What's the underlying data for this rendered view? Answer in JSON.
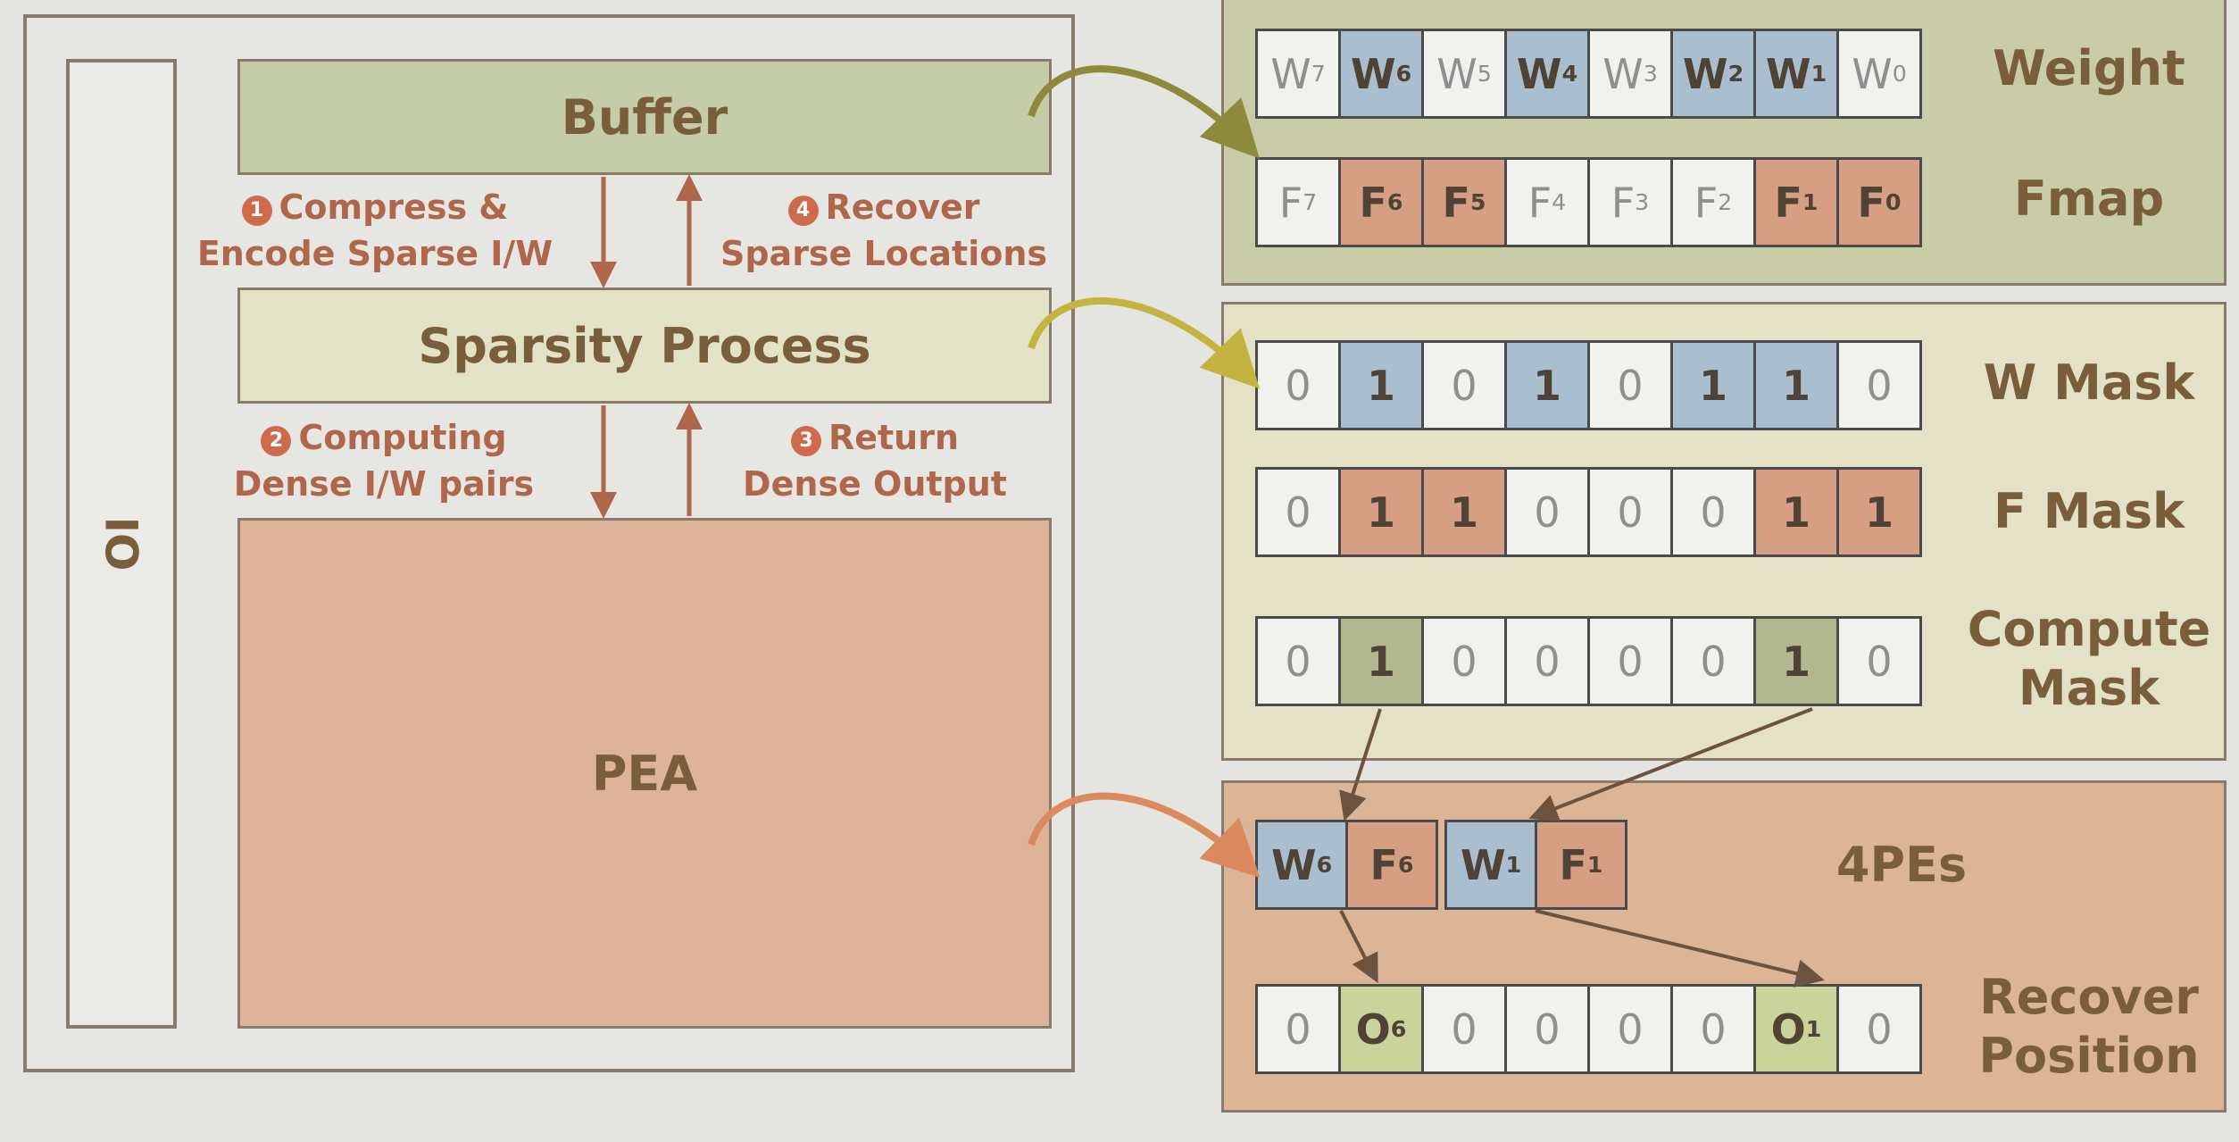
{
  "left": {
    "io_label": "IO",
    "buffer_label": "Buffer",
    "sparsity_label": "Sparsity Process",
    "pea_label": "PEA",
    "steps": [
      {
        "num": "1",
        "line1": "Compress &",
        "line2": "Encode Sparse I/W"
      },
      {
        "num": "4",
        "line1": "Recover",
        "line2": "Sparse Locations"
      },
      {
        "num": "2",
        "line1": "Computing",
        "line2": "Dense I/W pairs"
      },
      {
        "num": "3",
        "line1": "Return",
        "line2": "Dense Output"
      }
    ]
  },
  "right": {
    "weight": {
      "label": "Weight",
      "cells": [
        {
          "base": "W",
          "sub": "7",
          "color": "white"
        },
        {
          "base": "W",
          "sub": "6",
          "color": "blue"
        },
        {
          "base": "W",
          "sub": "5",
          "color": "white"
        },
        {
          "base": "W",
          "sub": "4",
          "color": "blue"
        },
        {
          "base": "W",
          "sub": "3",
          "color": "white"
        },
        {
          "base": "W",
          "sub": "2",
          "color": "blue"
        },
        {
          "base": "W",
          "sub": "1",
          "color": "blue"
        },
        {
          "base": "W",
          "sub": "0",
          "color": "white"
        }
      ]
    },
    "fmap": {
      "label": "Fmap",
      "cells": [
        {
          "base": "F",
          "sub": "7",
          "color": "white"
        },
        {
          "base": "F",
          "sub": "6",
          "color": "red"
        },
        {
          "base": "F",
          "sub": "5",
          "color": "red"
        },
        {
          "base": "F",
          "sub": "4",
          "color": "white"
        },
        {
          "base": "F",
          "sub": "3",
          "color": "white"
        },
        {
          "base": "F",
          "sub": "2",
          "color": "white"
        },
        {
          "base": "F",
          "sub": "1",
          "color": "red"
        },
        {
          "base": "F",
          "sub": "0",
          "color": "red"
        }
      ]
    },
    "w_mask": {
      "label": "W Mask",
      "cells": [
        {
          "base": "0",
          "sub": "",
          "color": "white"
        },
        {
          "base": "1",
          "sub": "",
          "color": "blue"
        },
        {
          "base": "0",
          "sub": "",
          "color": "white"
        },
        {
          "base": "1",
          "sub": "",
          "color": "blue"
        },
        {
          "base": "0",
          "sub": "",
          "color": "white"
        },
        {
          "base": "1",
          "sub": "",
          "color": "blue"
        },
        {
          "base": "1",
          "sub": "",
          "color": "blue"
        },
        {
          "base": "0",
          "sub": "",
          "color": "white"
        }
      ]
    },
    "f_mask": {
      "label": "F Mask",
      "cells": [
        {
          "base": "0",
          "sub": "",
          "color": "white"
        },
        {
          "base": "1",
          "sub": "",
          "color": "red"
        },
        {
          "base": "1",
          "sub": "",
          "color": "red"
        },
        {
          "base": "0",
          "sub": "",
          "color": "white"
        },
        {
          "base": "0",
          "sub": "",
          "color": "white"
        },
        {
          "base": "0",
          "sub": "",
          "color": "white"
        },
        {
          "base": "1",
          "sub": "",
          "color": "red"
        },
        {
          "base": "1",
          "sub": "",
          "color": "red"
        }
      ]
    },
    "compute_mask": {
      "label_line1": "Compute",
      "label_line2": "Mask",
      "cells": [
        {
          "base": "0",
          "sub": "",
          "color": "white"
        },
        {
          "base": "1",
          "sub": "",
          "color": "green"
        },
        {
          "base": "0",
          "sub": "",
          "color": "white"
        },
        {
          "base": "0",
          "sub": "",
          "color": "white"
        },
        {
          "base": "0",
          "sub": "",
          "color": "white"
        },
        {
          "base": "0",
          "sub": "",
          "color": "white"
        },
        {
          "base": "1",
          "sub": "",
          "color": "green"
        },
        {
          "base": "0",
          "sub": "",
          "color": "white"
        }
      ]
    },
    "pes": {
      "label": "4PEs",
      "pairs": [
        [
          {
            "base": "W",
            "sub": "6",
            "color": "blue"
          },
          {
            "base": "F",
            "sub": "6",
            "color": "red"
          }
        ],
        [
          {
            "base": "W",
            "sub": "1",
            "color": "blue"
          },
          {
            "base": "F",
            "sub": "1",
            "color": "red"
          }
        ]
      ]
    },
    "recover": {
      "label_line1": "Recover",
      "label_line2": "Position",
      "cells": [
        {
          "base": "0",
          "sub": "",
          "color": "white"
        },
        {
          "base": "O",
          "sub": "6",
          "color": "lime"
        },
        {
          "base": "0",
          "sub": "",
          "color": "white"
        },
        {
          "base": "0",
          "sub": "",
          "color": "white"
        },
        {
          "base": "0",
          "sub": "",
          "color": "white"
        },
        {
          "base": "0",
          "sub": "",
          "color": "white"
        },
        {
          "base": "O",
          "sub": "1",
          "color": "lime"
        },
        {
          "base": "0",
          "sub": "",
          "color": "white"
        }
      ]
    }
  },
  "colors": {
    "blue": "#a9bfd0",
    "red": "#d69f84",
    "green": "#b1b88e",
    "lime": "#c9d39a",
    "white": "#f1f1ee",
    "buffer_fill": "#c5cda8",
    "sparsity_fill": "#e2e3c6",
    "pea_fill": "#ddb49a",
    "arrow_olive": "#8e8a3c",
    "arrow_yellow": "#c4b340",
    "arrow_orange": "#db8a5e",
    "step_text": "#b0664a",
    "label_text": "#7a5e3c"
  }
}
